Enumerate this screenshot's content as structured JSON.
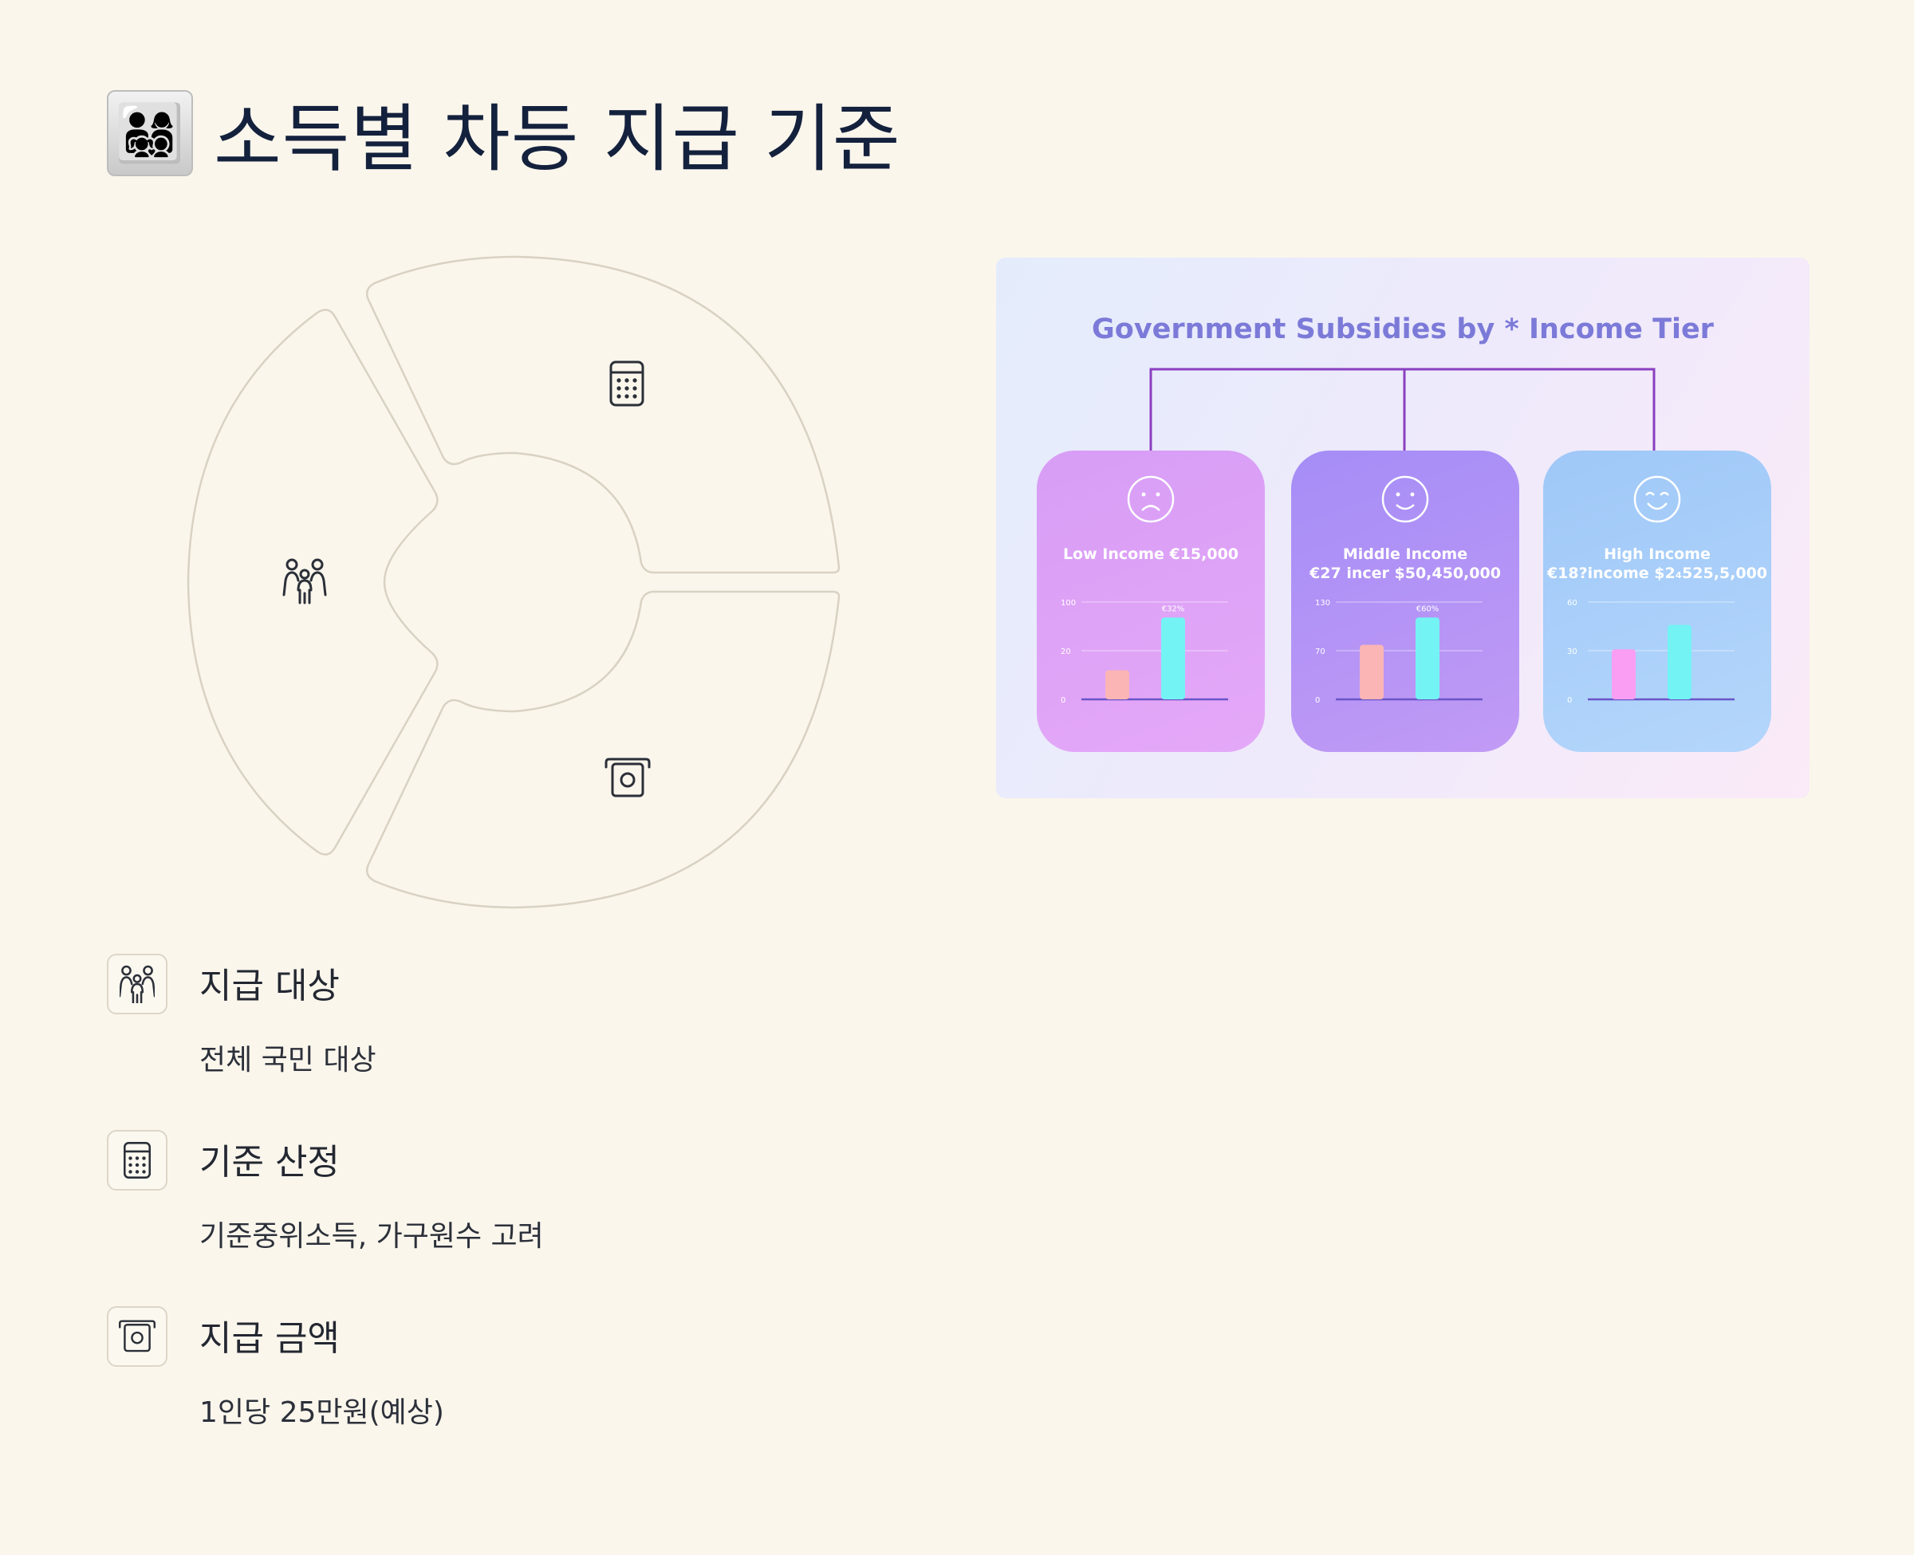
{
  "header": {
    "emoji": "👨‍👩‍👧‍👦",
    "title": "소득별 차등 지급 기준"
  },
  "wheel": {
    "segments": [
      {
        "icon": "family-icon"
      },
      {
        "icon": "calculator-icon"
      },
      {
        "icon": "cash-icon"
      }
    ]
  },
  "image": {
    "heading": "Government Subsidies by * Income Tier",
    "tiers": [
      {
        "label_line1": "",
        "label_line2": "Low Income €15,000",
        "face": "sad-face-icon",
        "ticks": [
          "100",
          "20",
          "0"
        ],
        "bar_label": "€32%",
        "bars": [
          0.32,
          0.9
        ],
        "bar_colors": [
          "#fbb5b5",
          "#74f3f4"
        ]
      },
      {
        "label_line1": "Middle Income",
        "label_line2": "€27 incer $50,450,000",
        "face": "smile-face-icon",
        "ticks": [
          "130",
          "70",
          "0"
        ],
        "bar_label": "€60%",
        "bars": [
          0.6,
          0.9
        ],
        "bar_colors": [
          "#fbb5b5",
          "#74f3f4"
        ]
      },
      {
        "label_line1": "High Income",
        "label_line2": "€18?income $2₄525,5,000",
        "face": "happy-face-icon",
        "ticks": [
          "60",
          "30",
          "0"
        ],
        "bar_label": "",
        "bars": [
          0.55,
          0.82
        ],
        "bar_colors": [
          "#f99ef2",
          "#74f3f4"
        ]
      }
    ]
  },
  "items": [
    {
      "title": "지급 대상",
      "desc": "전체 국민 대상",
      "icon": "family-icon"
    },
    {
      "title": "기준 산정",
      "desc": "기준중위소득, 가구원수 고려",
      "icon": "calculator-icon"
    },
    {
      "title": "지급 금액",
      "desc": "1인당 25만원(예상)",
      "icon": "cash-icon"
    }
  ],
  "colors": {
    "background": "#faf6ec",
    "title": "#14213d",
    "outline": "#d9d2c3",
    "icon": "#2b2f38"
  }
}
